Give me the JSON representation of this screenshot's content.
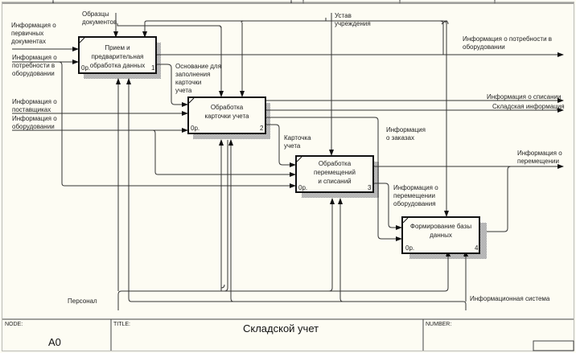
{
  "diagram": {
    "type": "IDEF0",
    "boxes": [
      {
        "id": 1,
        "title": "Прием и предварительная\nобработка данных",
        "cost": "0р.",
        "number": "1"
      },
      {
        "id": 2,
        "title": "Обработка\nкарточки учета",
        "cost": "0р.",
        "number": "2"
      },
      {
        "id": 3,
        "title": "Обработка\nперемещений\nи списаний",
        "cost": "0р.",
        "number": "3"
      },
      {
        "id": 4,
        "title": "Формирование базы\nданных",
        "cost": "0р.",
        "number": "4"
      }
    ],
    "arrow_labels": {
      "inputs": {
        "primary_docs": "Информация о\nпервичных\nдокументах",
        "equipment_needs_in": "Информация о\nпотребности в\nоборудовании",
        "suppliers": "Информация о\nпоставщиках",
        "equipment": "Информация о\nоборудовании"
      },
      "controls": {
        "doc_samples": "Образцы\nдокументов",
        "charter": "Устав\nучреждения"
      },
      "internal": {
        "card_basis": "Основание для\nзаполнения\nкарточки\nучета",
        "account_card": "Карточка\nучета",
        "orders_info": "Информация\nо заказах",
        "movement_equipment": "Информация о\nперемещении\nоборудования"
      },
      "outputs": {
        "equipment_needs_out": "Информация о потребности в\nоборудовании",
        "writeoff": "Информация о списании",
        "warehouse": "Складская информация",
        "movement": "Информация о\nперемещении"
      },
      "mechanisms": {
        "personnel": "Персонал",
        "info_system": "Информационная система"
      }
    }
  },
  "footer": {
    "node_label": "NODE:",
    "node_value": "A0",
    "title_label": "TITLE:",
    "title_value": "Складской учет",
    "number_label": "NUMBER:"
  }
}
